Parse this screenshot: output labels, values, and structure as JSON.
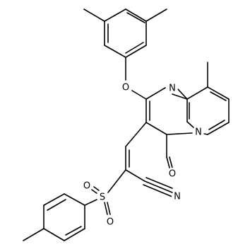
{
  "atoms": {
    "o_ether": "O",
    "n_ring_top": "N",
    "n_ring_fused": "N",
    "o_carbonyl": "O",
    "s_sulfonyl": "S",
    "o_sulfonyl_top": "O",
    "o_sulfonyl_bottom": "O",
    "n_nitrile": "N"
  },
  "colors": {
    "ink": "#000000",
    "background": "#ffffff"
  }
}
